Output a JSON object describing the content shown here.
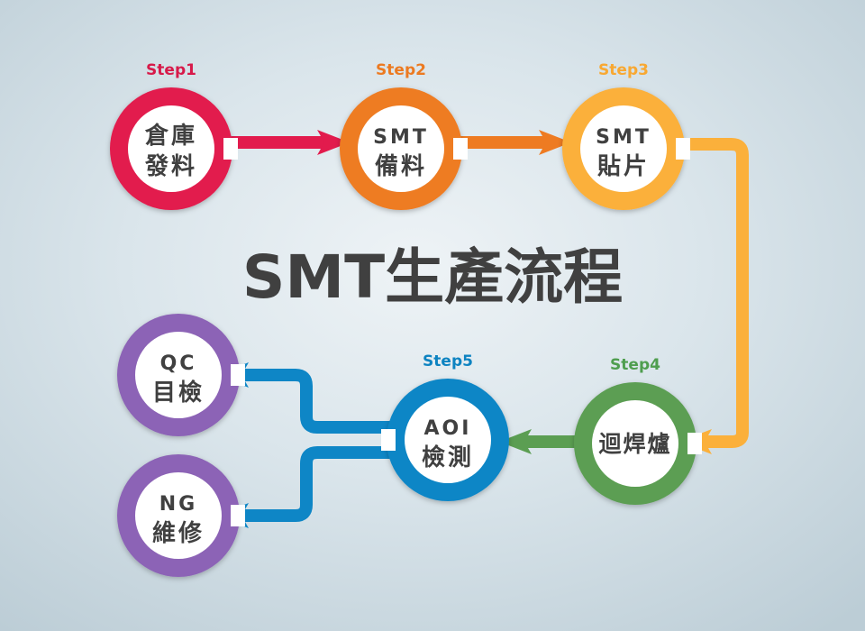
{
  "title": "SMT生產流程",
  "steps": [
    {
      "id": "n1",
      "step": "Step1",
      "line1": "倉庫",
      "line2": "發料",
      "color": "#e21b4d"
    },
    {
      "id": "n2",
      "step": "Step2",
      "line1": "SMT",
      "line2": "備料",
      "color": "#ee7b22"
    },
    {
      "id": "n3",
      "step": "Step3",
      "line1": "SMT",
      "line2": "貼片",
      "color": "#fbb03b"
    },
    {
      "id": "n4",
      "step": "Step4",
      "line1": "迴焊爐",
      "line2": "",
      "color": "#5b9e52"
    },
    {
      "id": "n5",
      "step": "Step5",
      "line1": "AOI",
      "line2": "檢測",
      "color": "#0e86c6"
    },
    {
      "id": "n6",
      "step": "",
      "line1": "QC",
      "line2": "目檢",
      "color": "#8c63b6"
    },
    {
      "id": "n7",
      "step": "",
      "line1": "NG",
      "line2": "維修",
      "color": "#8c63b6"
    }
  ],
  "step_label_colors": {
    "Step1": "#d71a4a",
    "Step2": "#ec7a21",
    "Step3": "#f8a832",
    "Step4": "#4f9e4f",
    "Step5": "#0d83c1"
  },
  "text_color": "#404040"
}
